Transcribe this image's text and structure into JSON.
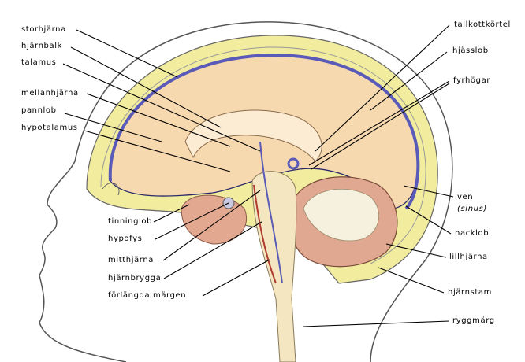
{
  "labels_left": [
    {
      "id": "storhjarna",
      "text": "storhjärna"
    },
    {
      "id": "hjarnbalk",
      "text": "hjärnbalk"
    },
    {
      "id": "talamus",
      "text": "talamus"
    },
    {
      "id": "mellanhjarna",
      "text": "mellanhjärna"
    },
    {
      "id": "pannlob",
      "text": "pannlob"
    },
    {
      "id": "hypotalamus",
      "text": "hypotalamus"
    }
  ],
  "labels_bottom": [
    {
      "id": "tinninglob",
      "text": "tinninglob"
    },
    {
      "id": "hypofys",
      "text": "hypofys"
    },
    {
      "id": "mitthjarna",
      "text": "mitthjärna"
    },
    {
      "id": "hjarnbrygga",
      "text": "hjärnbrygga"
    },
    {
      "id": "forlangda-margen",
      "text": "förlängda märgen"
    }
  ],
  "labels_right": [
    {
      "id": "tallkottkortel",
      "text": "tallkottkörtel"
    },
    {
      "id": "hjasslob",
      "text": "hjässlob"
    },
    {
      "id": "fyrhogar",
      "text": "fyrhögar"
    },
    {
      "id": "ven",
      "text": "ven"
    },
    {
      "id": "sinus",
      "text": "(sinus)"
    },
    {
      "id": "nacklob",
      "text": "nacklob"
    },
    {
      "id": "lillhjarna",
      "text": "lillhjärna"
    },
    {
      "id": "hjarnstam",
      "text": "hjärnstam"
    },
    {
      "id": "ryggmarg",
      "text": "ryggmärg"
    }
  ],
  "colors": {
    "brain": "#f7d9b0",
    "skull": "#f2ec9e",
    "vein": "#5a5ab8",
    "artery": "#b03a2e",
    "cerebellum": "#d9a08a",
    "stem": "#f3e6c0"
  }
}
